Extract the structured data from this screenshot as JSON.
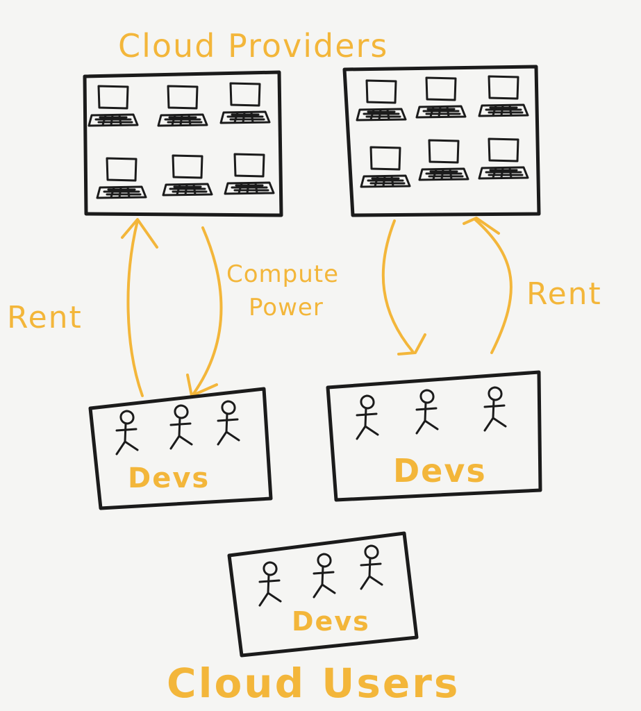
{
  "diagram": {
    "top_title": "Cloud Providers",
    "bottom_title": "Cloud Users",
    "center_label_line1": "Compute",
    "center_label_line2": "Power",
    "left_label": "Rent",
    "right_label": "Rent",
    "team_labels": [
      "Devs",
      "Devs",
      "Devs"
    ]
  },
  "colors": {
    "annotation": "#f3b63a",
    "ink": "#1b1b1b",
    "paper": "#f5f5f3"
  },
  "icons": {
    "computer": "computer-icon",
    "developer": "stick-figure-icon"
  }
}
